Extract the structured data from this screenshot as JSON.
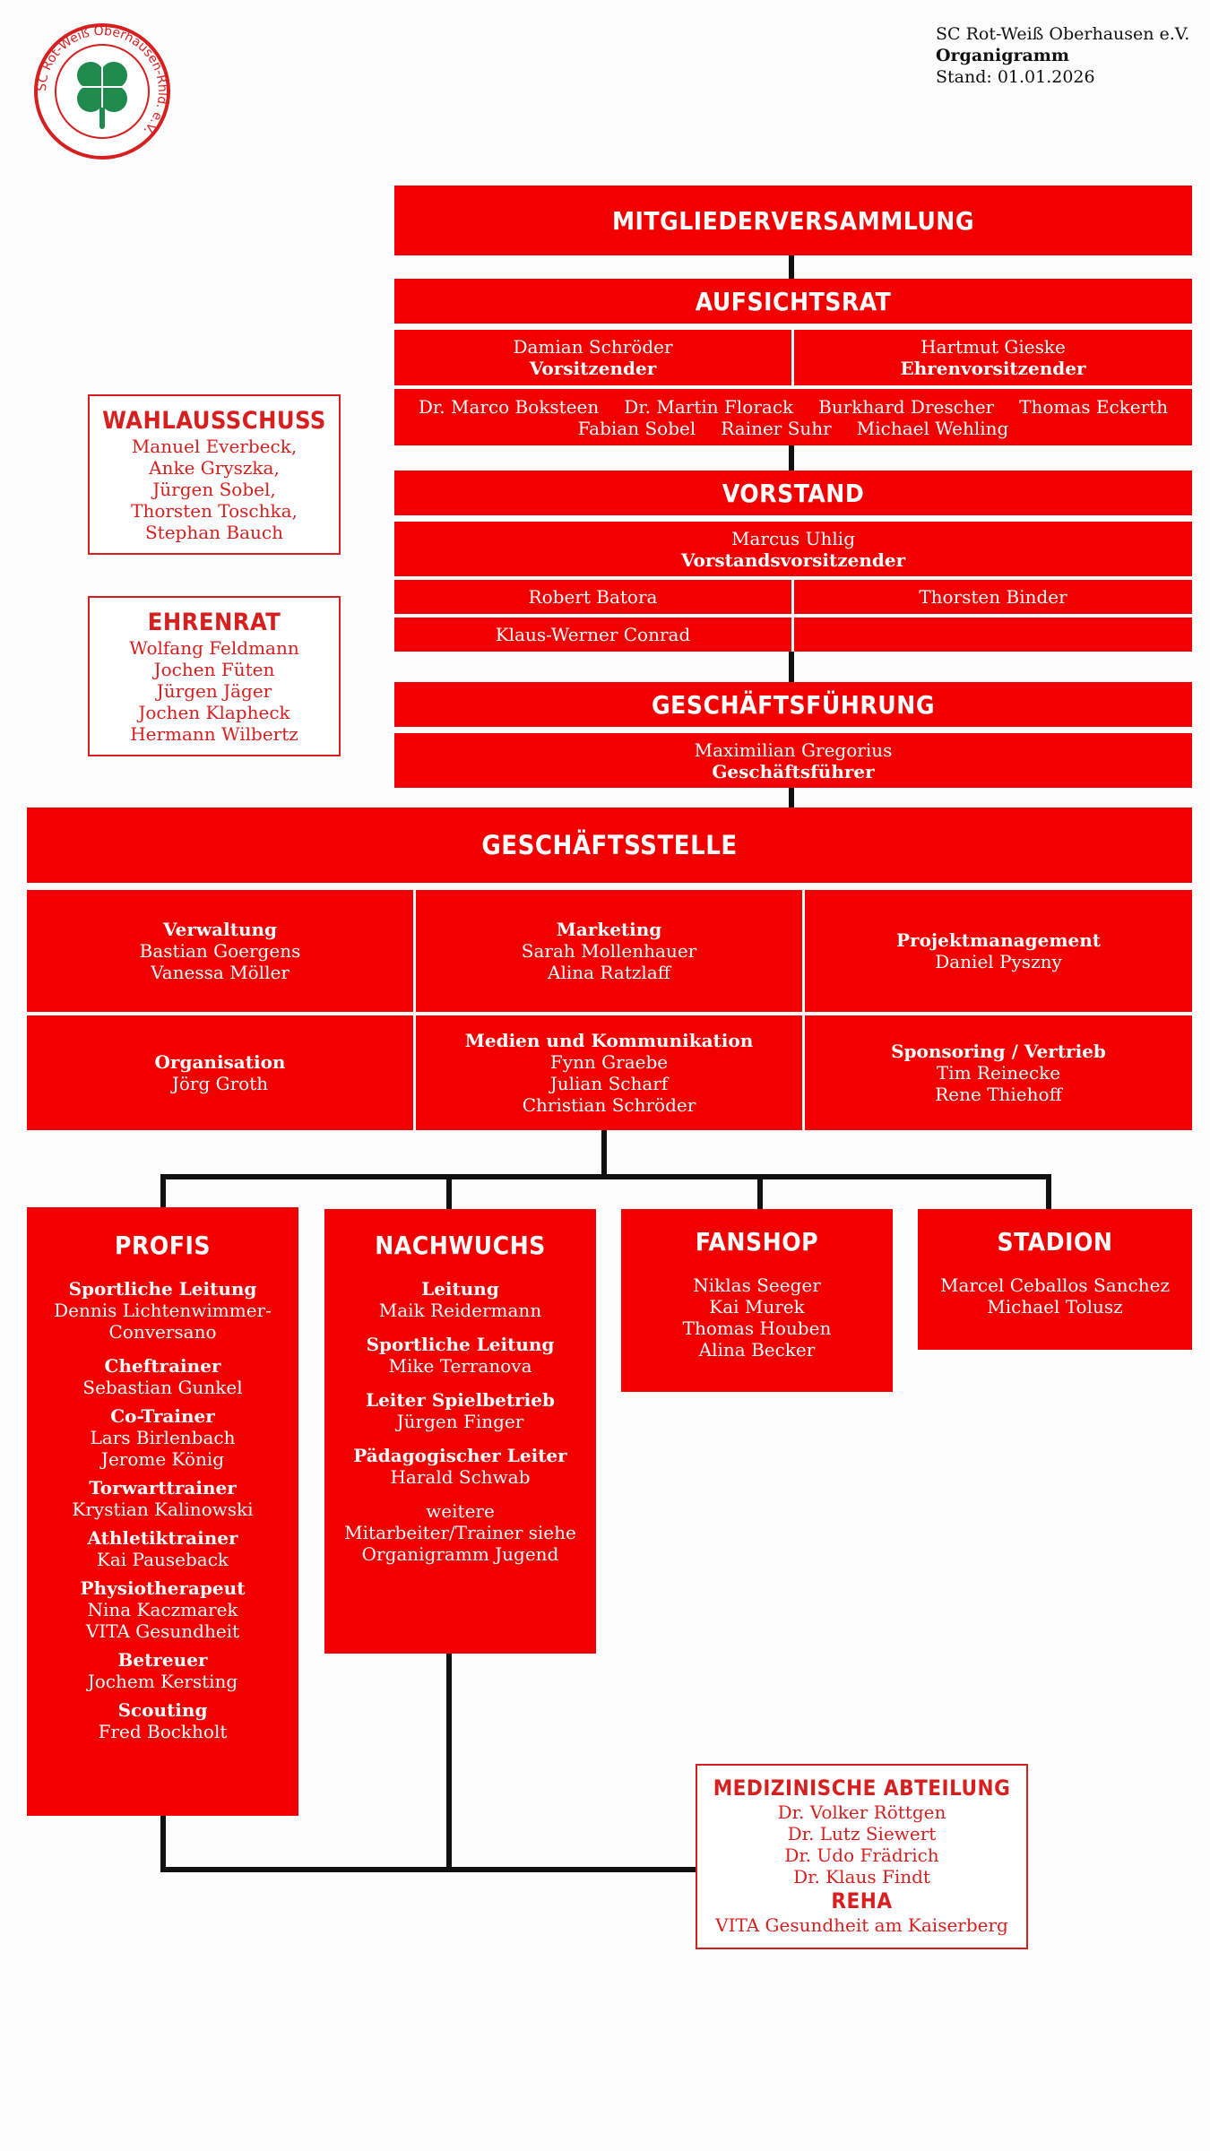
{
  "header": {
    "club": "SC Rot-Weiß Oberhausen e.V.",
    "doc": "Organigramm",
    "date": "Stand: 01.01.2026"
  },
  "logo": {
    "ring_text": "SC Rot-Weiß Oberhausen-Rhld. e.V.",
    "icon": "four-leaf-clover-icon"
  },
  "mitgliederversammlung": "MITGLIEDERVERSAMMLUNG",
  "aufsichtsrat": {
    "title": "AUFSICHTSRAT",
    "chair": {
      "name": "Damian Schröder",
      "role": "Vorsitzender"
    },
    "hon": {
      "name": "Hartmut Gieske",
      "role": "Ehrenvorsitzender"
    },
    "members_line1": [
      "Dr. Marco Boksteen",
      "Dr. Martin Florack",
      "Burkhard Drescher",
      "Thomas Eckerth"
    ],
    "members_line2": [
      "Fabian Sobel",
      "Rainer Suhr",
      "Michael Wehling"
    ]
  },
  "vorstand": {
    "title": "VORSTAND",
    "chair": {
      "name": "Marcus Uhlig",
      "role": "Vorstandsvorsitzender"
    },
    "members": [
      "Robert Batora",
      "Thorsten Binder",
      "Klaus-Werner Conrad"
    ]
  },
  "gf": {
    "title": "GESCHÄFTSFÜHRUNG",
    "name": "Maximilian Gregorius",
    "role": "Geschäftsführer"
  },
  "wahl": {
    "title": "WAHLAUSSCHUSS",
    "lines": [
      "Manuel Everbeck,",
      "Anke Gryszka,",
      "Jürgen Sobel,",
      "Thorsten Toschka,",
      "Stephan Bauch"
    ]
  },
  "ehren": {
    "title": "EHRENRAT",
    "lines": [
      "Wolfang Feldmann",
      "Jochen Füten",
      "Jürgen Jäger",
      "Jochen Klapheck",
      "Hermann Wilbertz"
    ]
  },
  "gs": {
    "title": "GESCHÄFTSSTELLE",
    "cells": [
      {
        "head": "Verwaltung",
        "names": [
          "Bastian Goergens",
          "Vanessa Möller"
        ]
      },
      {
        "head": "Marketing",
        "names": [
          "Sarah Mollenhauer",
          "Alina Ratzlaff"
        ]
      },
      {
        "head": "Projektmanagement",
        "names": [
          "Daniel Pyszny"
        ]
      },
      {
        "head": "Organisation",
        "names": [
          "Jörg Groth"
        ]
      },
      {
        "head": "Medien und Kommunikation",
        "names": [
          "Fynn Graebe",
          "Julian Scharf",
          "Christian Schröder"
        ]
      },
      {
        "head": "Sponsoring / Vertrieb",
        "names": [
          "Tim Reinecke",
          "Rene Thiehoff"
        ]
      }
    ]
  },
  "profis": {
    "title": "PROFIS",
    "groups": [
      {
        "role": "Sportliche Leitung",
        "names": [
          "Dennis Lichtenwimmer-",
          "Conversano"
        ]
      },
      {
        "role": "Cheftrainer",
        "names": [
          "Sebastian Gunkel"
        ]
      },
      {
        "role": "Co-Trainer",
        "names": [
          "Lars Birlenbach",
          "Jerome König"
        ]
      },
      {
        "role": "Torwarttrainer",
        "names": [
          "Krystian Kalinowski"
        ]
      },
      {
        "role": "Athletiktrainer",
        "names": [
          "Kai Pauseback"
        ]
      },
      {
        "role": "Physiotherapeut",
        "names": [
          "Nina Kaczmarek",
          "VITA Gesundheit"
        ]
      },
      {
        "role": "Betreuer",
        "names": [
          "Jochem Kersting"
        ]
      },
      {
        "role": "Scouting",
        "names": [
          "Fred Bockholt"
        ]
      }
    ]
  },
  "nachwuchs": {
    "title": "NACHWUCHS",
    "groups": [
      {
        "role": "Leitung",
        "names": [
          "Maik Reidermann"
        ]
      },
      {
        "role": "Sportliche Leitung",
        "names": [
          "Mike Terranova"
        ]
      },
      {
        "role": "Leiter Spielbetrieb",
        "names": [
          "Jürgen Finger"
        ]
      },
      {
        "role": "Pädagogischer Leiter",
        "names": [
          "Harald Schwab"
        ]
      }
    ],
    "note": [
      "weitere",
      "Mitarbeiter/Trainer siehe",
      "Organigramm Jugend"
    ]
  },
  "fanshop": {
    "title": "FANSHOP",
    "names": [
      "Niklas Seeger",
      "Kai Murek",
      "Thomas Houben",
      "Alina Becker"
    ]
  },
  "stadion": {
    "title": "STADION",
    "names": [
      "Marcel Ceballos Sanchez",
      "Michael Tolusz"
    ]
  },
  "medizin": {
    "title": "MEDIZINISCHE ABTEILUNG",
    "names": [
      "Dr. Volker Röttgen",
      "Dr. Lutz Siewert",
      "Dr. Udo Frädrich",
      "Dr. Klaus Findt"
    ],
    "reha_title": "REHA",
    "reha": "VITA Gesundheit am Kaiserberg"
  },
  "colors": {
    "red": "#f20000",
    "dark_red": "#d81f1f",
    "logo_green": "#1f8a4c"
  }
}
